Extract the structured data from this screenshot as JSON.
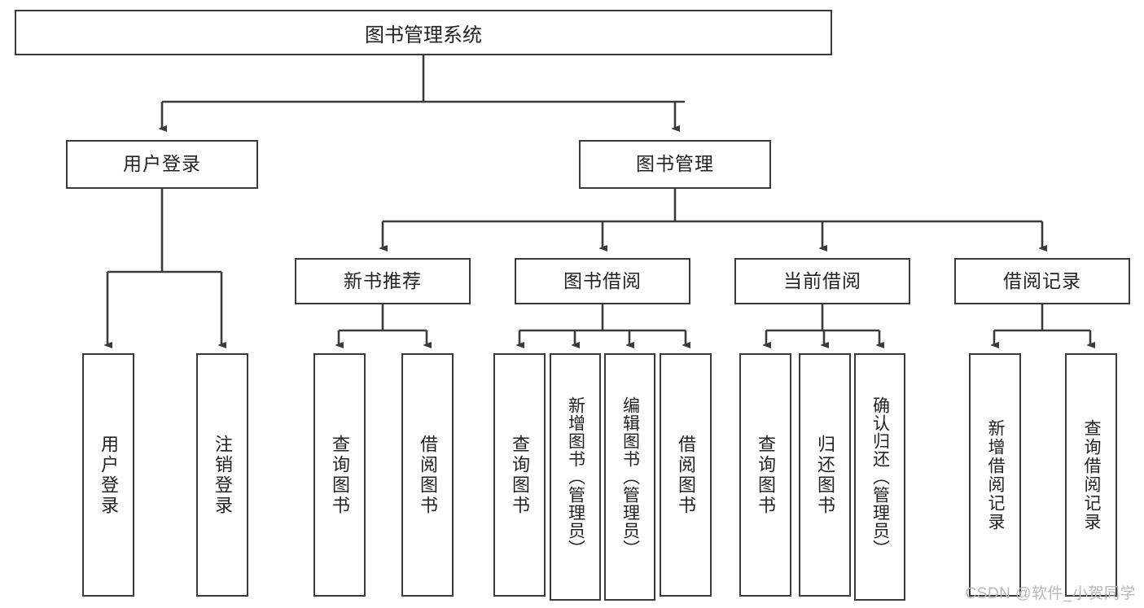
{
  "diagram": {
    "title": "图书管理系统",
    "type": "tree-hierarchy",
    "root": {
      "label": "图书管理系统"
    },
    "level1": [
      {
        "label": "用户登录"
      },
      {
        "label": "图书管理"
      }
    ],
    "level2": [
      {
        "label": "新书推荐"
      },
      {
        "label": "图书借阅"
      },
      {
        "label": "当前借阅"
      },
      {
        "label": "借阅记录"
      }
    ],
    "leaves": {
      "user_login": [
        {
          "label": "用户登录"
        },
        {
          "label": "注销登录"
        }
      ],
      "new_book_recommend": [
        {
          "label": "查询图书"
        },
        {
          "label": "借阅图书"
        }
      ],
      "book_borrow": [
        {
          "label": "查询图书"
        },
        {
          "label": "新增图书（管理员）"
        },
        {
          "label": "编辑图书（管理员）"
        },
        {
          "label": "借阅图书"
        }
      ],
      "current_borrow": [
        {
          "label": "查询图书"
        },
        {
          "label": "归还图书"
        },
        {
          "label": "确认归还（管理员）"
        }
      ],
      "borrow_record": [
        {
          "label": "新增借阅记录"
        },
        {
          "label": "查询借阅记录"
        }
      ]
    }
  },
  "watermark": {
    "text": "CSDN @软件_小贺同学"
  },
  "colors": {
    "border": "#3a3a3a",
    "background": "#ffffff",
    "text": "#222222",
    "watermark": "#b9b9b9"
  }
}
